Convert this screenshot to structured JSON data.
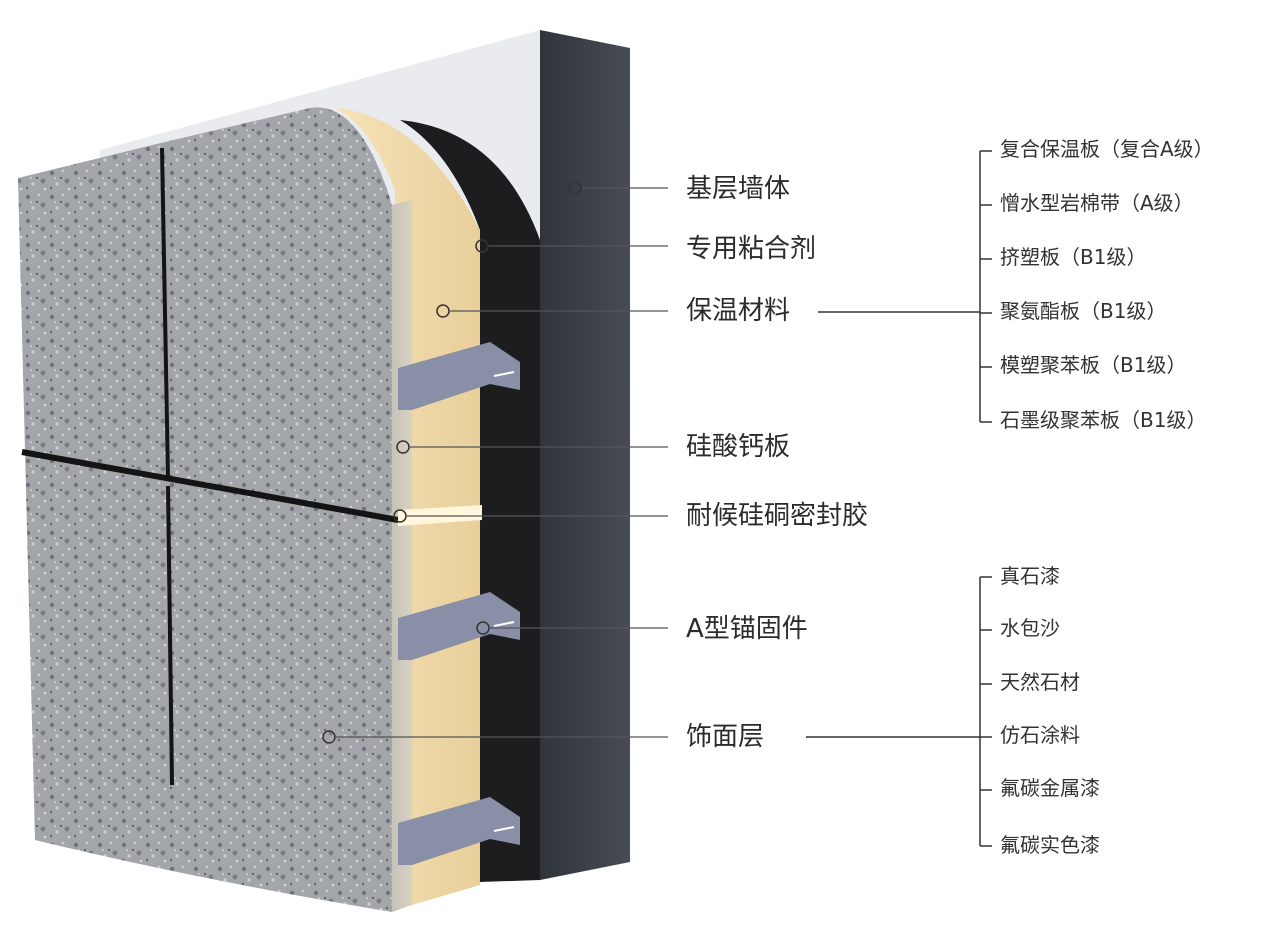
{
  "colors": {
    "base_wall": "#3a3f47",
    "base_wall_top": "#e9ebee",
    "adhesive": "#1d1d1f",
    "insulation": "#f2dcae",
    "board": "#9b9ea3",
    "anchor": "#8a8fa8",
    "leader_line": "#444444",
    "text": "#2b2b2b"
  },
  "layers": [
    {
      "id": "base-wall",
      "label": "基层墙体"
    },
    {
      "id": "adhesive",
      "label": "专用粘合剂"
    },
    {
      "id": "insulation",
      "label": "保温材料"
    },
    {
      "id": "calcium-silicate",
      "label": "硅酸钙板"
    },
    {
      "id": "sealant",
      "label": "耐候硅硐密封胶"
    },
    {
      "id": "anchor",
      "label": "A型锚固件"
    },
    {
      "id": "finish",
      "label": "饰面层"
    }
  ],
  "insulation_options": [
    "复合保温板（复合A级）",
    "憎水型岩棉带（A级）",
    "挤塑板（B1级）",
    "聚氨酯板（B1级）",
    "模塑聚苯板（B1级）",
    "石墨级聚苯板（B1级）"
  ],
  "finish_options": [
    "真石漆",
    "水包沙",
    "天然石材",
    "仿石涂料",
    "氟碳金属漆",
    "氟碳实色漆"
  ]
}
